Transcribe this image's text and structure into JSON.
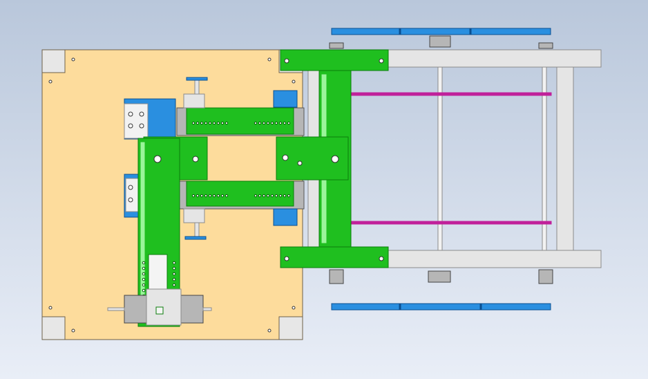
{
  "app": {
    "view": "cad-assembly-top-view"
  },
  "colors": {
    "background_top": "#b9c7db",
    "background_bottom": "#e9eef7",
    "plate": "#fddc9c",
    "plate_outline": "#6e6049",
    "corner_block": "#e7e7e7",
    "green_part": "#1fbf1f",
    "green_dark": "#0b7d0b",
    "green_light": "#9af59a",
    "blue_part": "#2a8fe0",
    "blue_dark": "#0a4f91",
    "grey_frame": "#e5e5e5",
    "grey_frame_dark": "#8a8a8a",
    "rod_magenta": "#c0209a",
    "bearing_grey": "#b6b6b6"
  },
  "icons": {
    "hole": "circle",
    "bolt": "circle-cross",
    "bearing": "rectangle-stack"
  }
}
